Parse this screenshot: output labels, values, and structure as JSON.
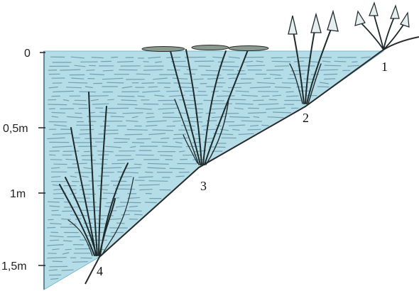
{
  "diagram": {
    "depth_axis": {
      "ticks": [
        {
          "label": "0",
          "depth_m": 0
        },
        {
          "label": "0,5m",
          "depth_m": 0.5
        },
        {
          "label": "1m",
          "depth_m": 1.0
        },
        {
          "label": "1,5m",
          "depth_m": 1.5
        }
      ]
    },
    "zones": [
      {
        "label": "1",
        "kind": "shore-plant"
      },
      {
        "label": "2",
        "kind": "emergent-reed"
      },
      {
        "label": "3",
        "kind": "floating-leaf-plant"
      },
      {
        "label": "4",
        "kind": "submerged-plant"
      }
    ],
    "colors": {
      "water": "#b5dde8",
      "water_edge": "#7fb9cc",
      "ground_line": "#2b2b2b",
      "plant": "#1e2a2a"
    }
  }
}
